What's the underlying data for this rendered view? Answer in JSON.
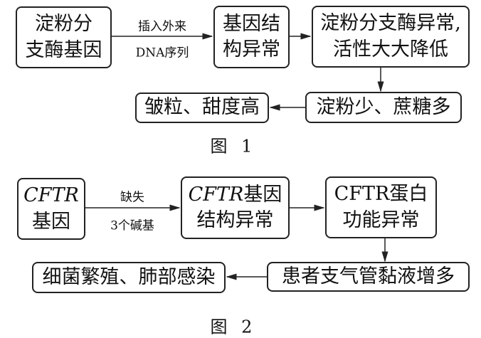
{
  "figure1": {
    "box_gene": [
      "淀粉分",
      "支酶基因"
    ],
    "arrow_label_top": "插入外来",
    "arrow_label_bottom": "DNA序列",
    "box_structure": [
      "基因结",
      "构异常"
    ],
    "box_enzyme": [
      "淀粉分支酶异常,",
      "活性大大降低"
    ],
    "box_starch": "淀粉少、蔗糖多",
    "box_result": "皱粒、甜度高",
    "caption": "图 1"
  },
  "figure2": {
    "box_gene": {
      "italic": "CFTR",
      "text": "基因"
    },
    "arrow_label_top": "缺失",
    "arrow_label_bottom": "3个碱基",
    "box_structure": {
      "italic": "CFTR",
      "line1_rest": "基因",
      "line2": "结构异常"
    },
    "box_protein": [
      "CFTR蛋白",
      "功能异常"
    ],
    "box_mucus": "患者支气管黏液增多",
    "box_result": "细菌繁殖、肺部感染",
    "caption": "图 2"
  }
}
